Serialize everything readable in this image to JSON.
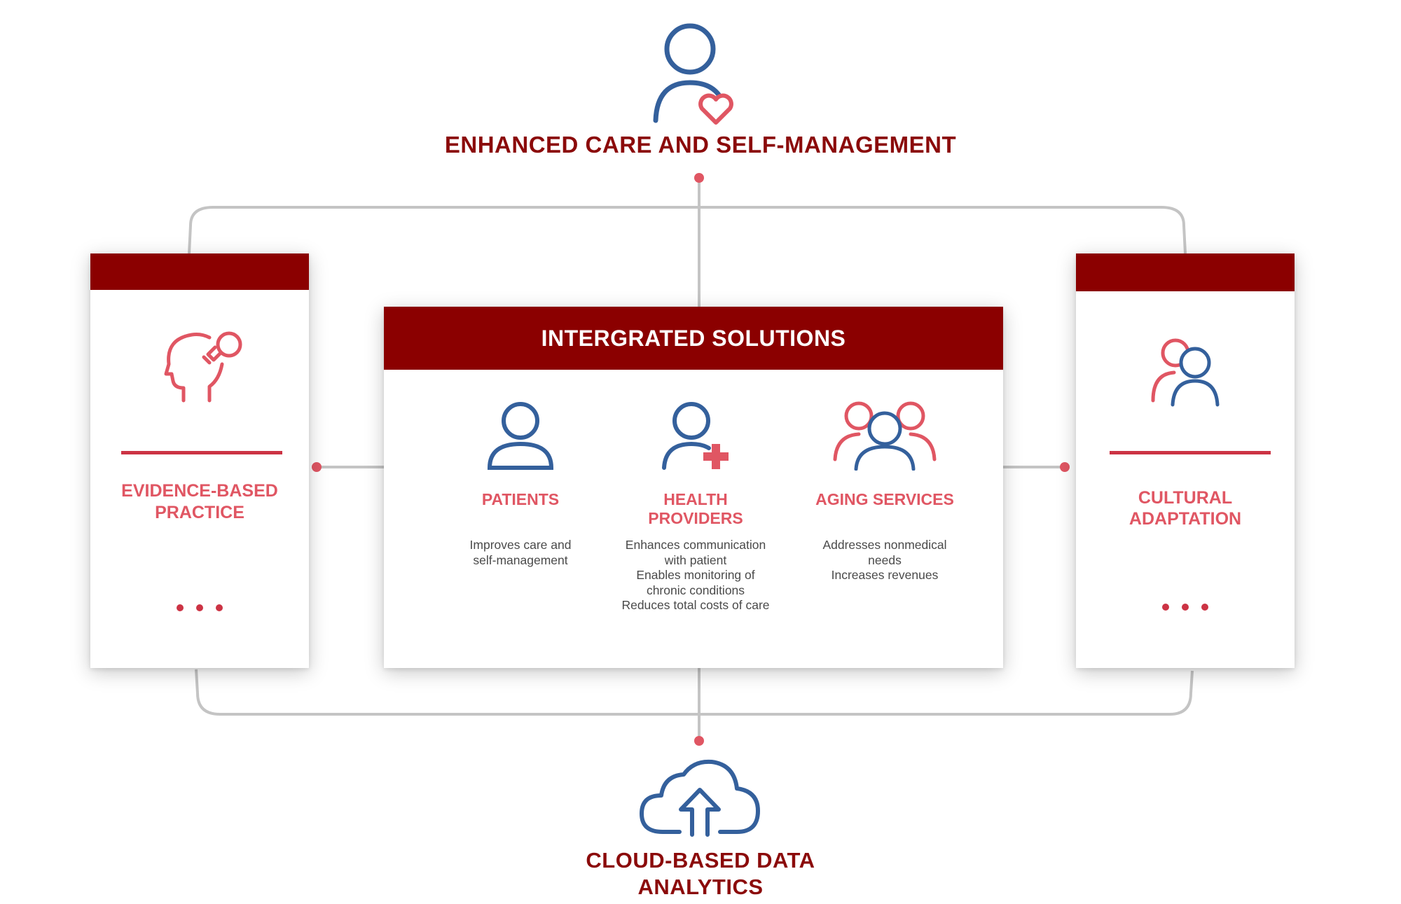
{
  "colors": {
    "dark_red": "#8b0000",
    "heading_red": "#8b0a0a",
    "accent_red": "#e05663",
    "icon_blue": "#34609c",
    "connector_gray": "#c4c4c4"
  },
  "top": {
    "icon": "user-heart-icon",
    "title": "ENHANCED CARE AND SELF-MANAGEMENT"
  },
  "bottom": {
    "icon": "cloud-upload-icon",
    "title_line1": "CLOUD-BASED DATA",
    "title_line2": "ANALYTICS"
  },
  "left_card": {
    "icon": "head-lightbulb-icon",
    "label_line1": "EVIDENCE-BASED",
    "label_line2": "PRACTICE"
  },
  "right_card": {
    "icon": "two-users-icon",
    "label_line1": "CULTURAL",
    "label_line2": "ADAPTATION"
  },
  "center": {
    "title": "INTERGRATED SOLUTIONS",
    "columns": [
      {
        "icon": "user-icon",
        "title_line1": "PATIENTS",
        "title_line2": "",
        "desc": [
          "Improves care and",
          "self-management"
        ]
      },
      {
        "icon": "user-plus-icon",
        "title_line1": "HEALTH",
        "title_line2": "PROVIDERS",
        "desc": [
          "Enhances communication",
          "with patient",
          "Enables monitoring of",
          "chronic conditions",
          "Reduces total costs of care"
        ]
      },
      {
        "icon": "group-icon",
        "title_line1": "AGING SERVICES",
        "title_line2": "",
        "desc": [
          "Addresses nonmedical",
          "needs",
          "Increases revenues"
        ]
      }
    ]
  }
}
